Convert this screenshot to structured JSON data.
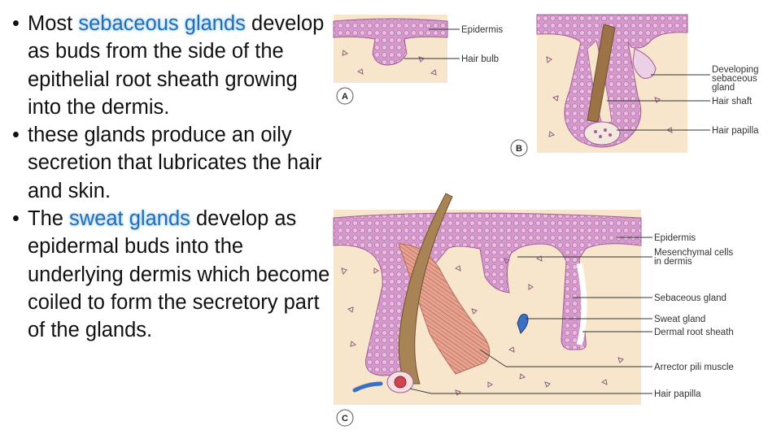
{
  "text": {
    "b1_pre": "Most ",
    "b1_hl": "sebaceous glands",
    "b1_post": " develop as buds from the side of the epithelial root sheath growing into the dermis.",
    "b2": "these glands produce an oily secretion that lubricates the hair and skin.",
    "b3_pre": "The ",
    "b3_hl": "sweat glands",
    "b3_post": " develop as epidermal buds into the underlying dermis which become coiled to form the secretory part of the glands."
  },
  "panels": {
    "a": "A",
    "b": "B",
    "c": "C"
  },
  "labels": {
    "a_epidermis": "Epidermis",
    "a_hair_bulb": "Hair bulb",
    "b_dev1": "Developing",
    "b_dev2": "sebaceous",
    "b_dev3": "gland",
    "b_hair_shaft": "Hair shaft",
    "b_hair_papilla": "Hair papilla",
    "c_epidermis": "Epidermis",
    "c_mes1": "Mesenchymal cells",
    "c_mes2": "in dermis",
    "c_sebaceous": "Sebaceous gland",
    "c_sweat": "Sweat gland",
    "c_root_sheath": "Dermal root sheath",
    "c_arrector": "Arrector pili muscle",
    "c_hair_papilla": "Hair papilla"
  },
  "colors": {
    "epidermis": "#c98bc0",
    "dermis": "#f5e4c8",
    "hair": "#b08a55",
    "text_highlight": "#1f6fb8",
    "sweat_gland": "#3b6fc4",
    "muscle": "#d98a7a"
  }
}
